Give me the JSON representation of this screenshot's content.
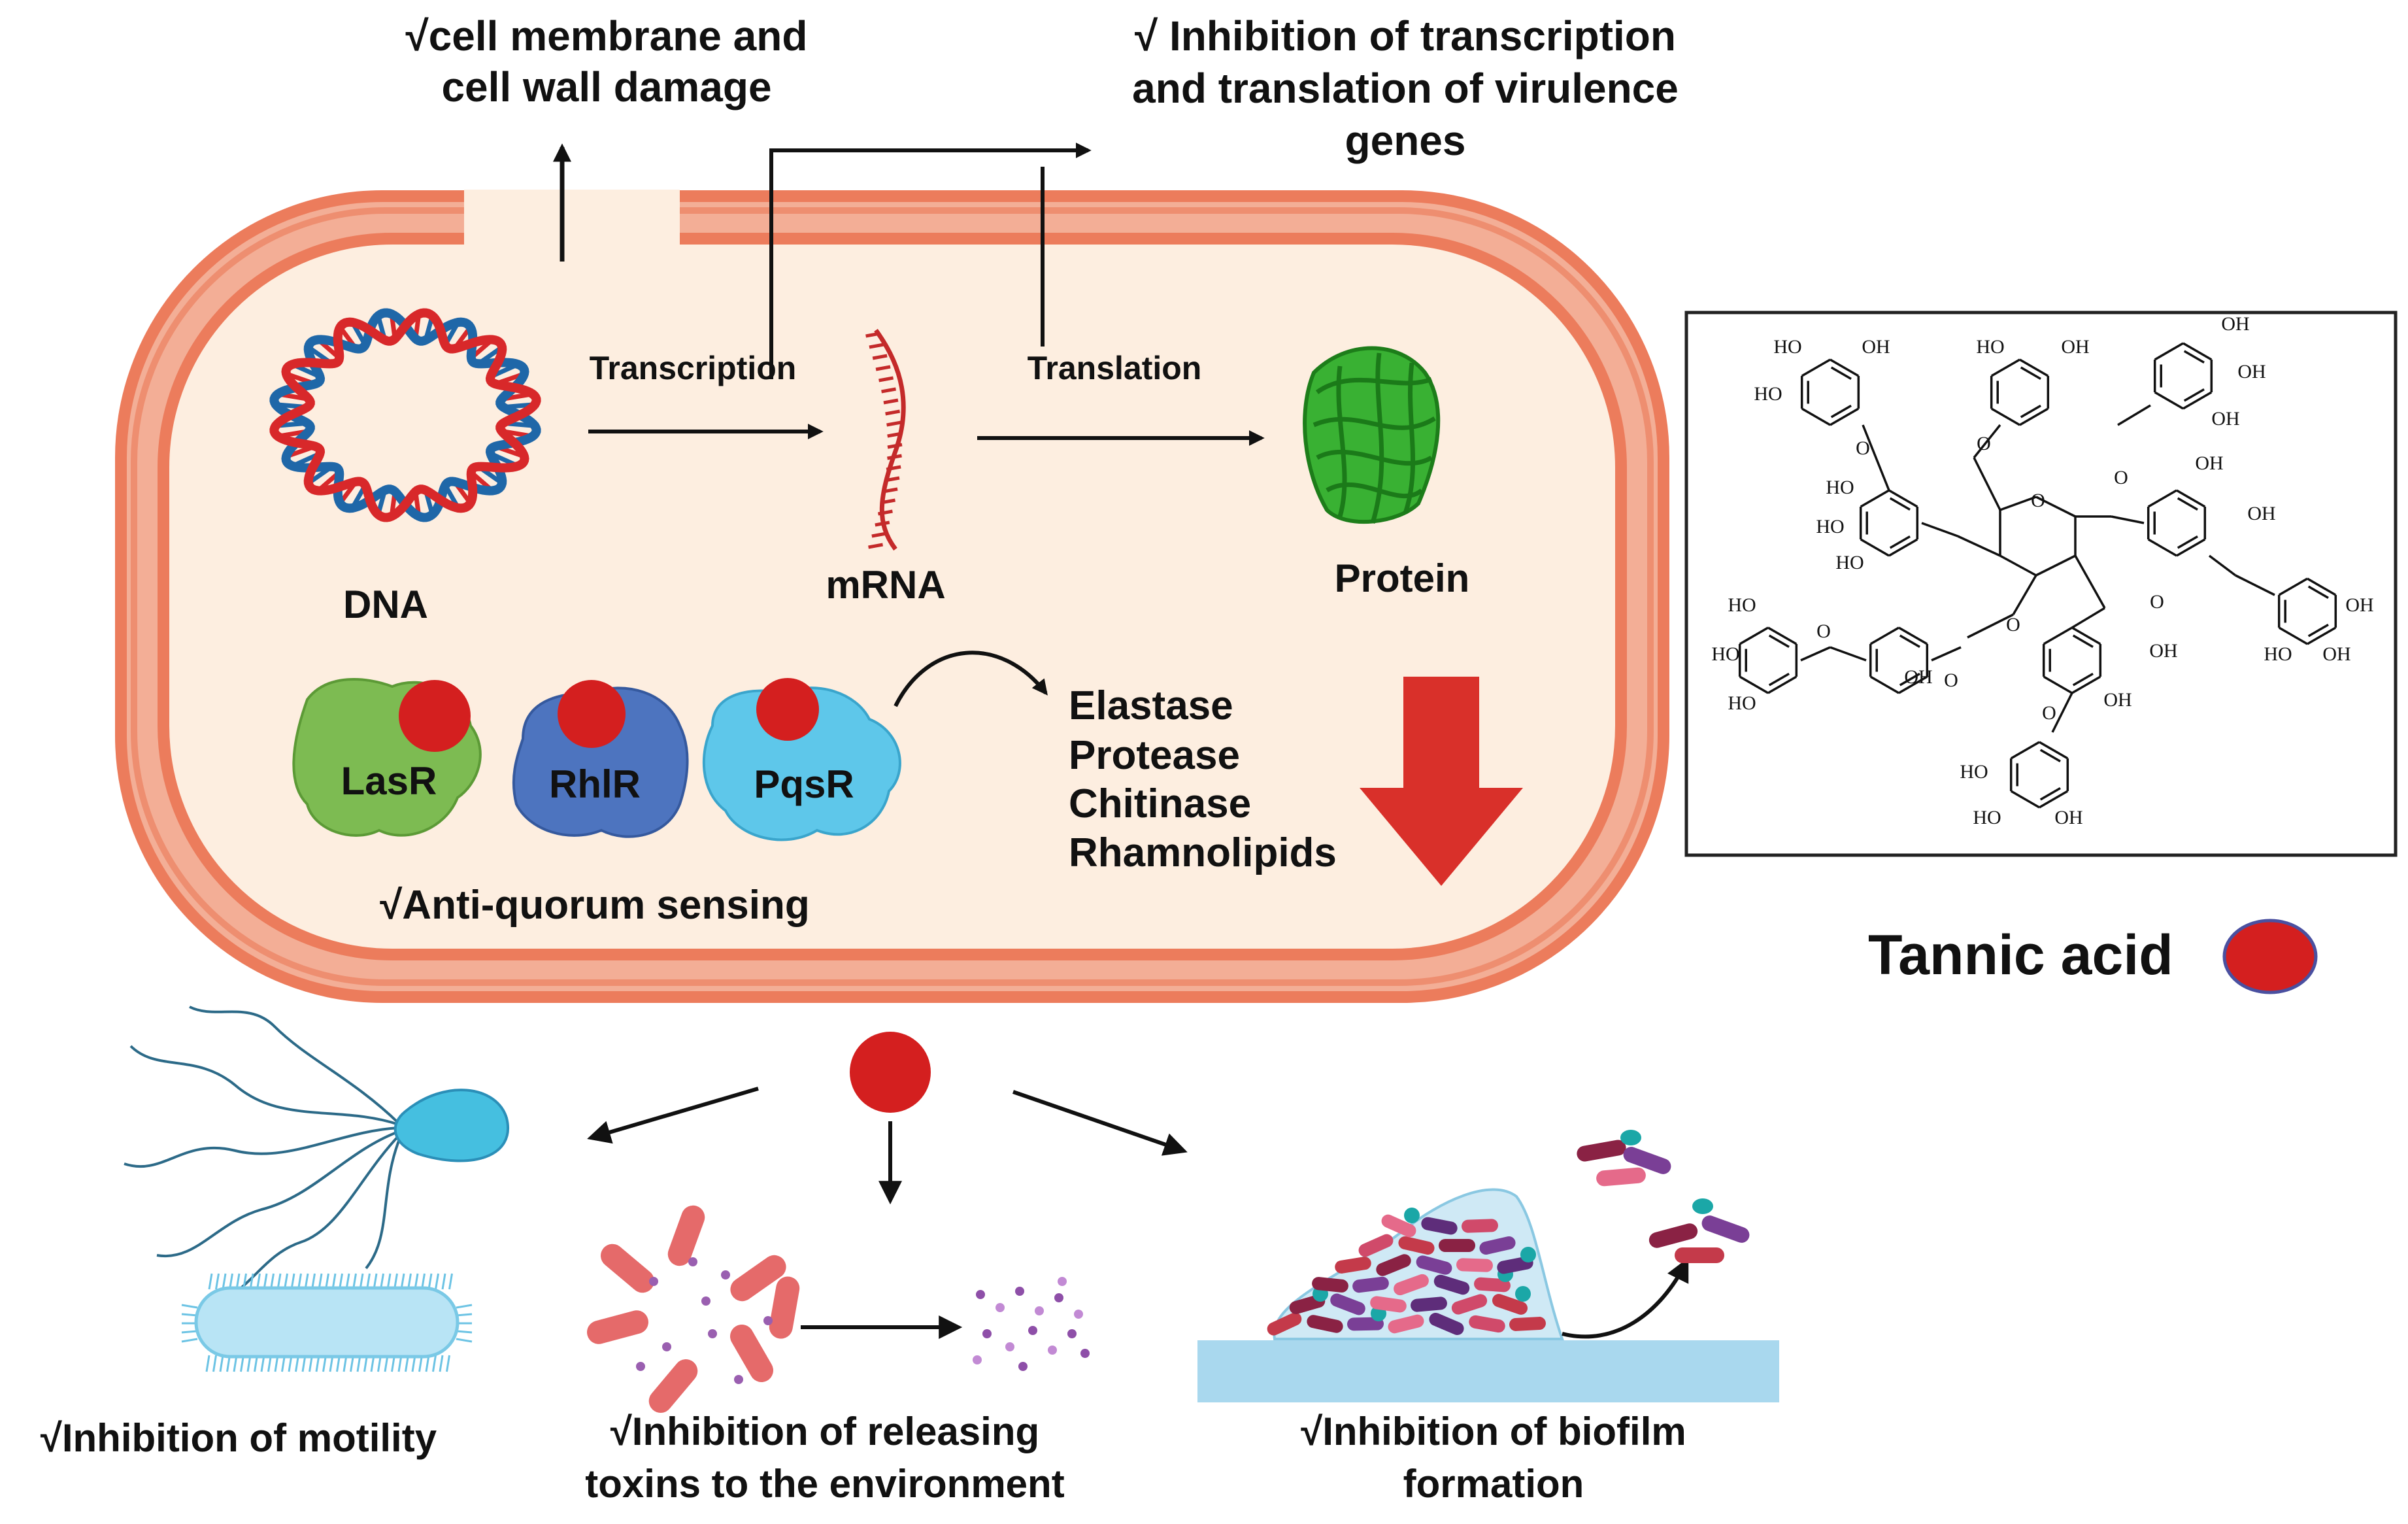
{
  "effects": {
    "membrane_line1": "√cell membrane and",
    "membrane_line2": "cell wall damage",
    "transcription_line1": "√ Inhibition of transcription",
    "transcription_line2": "and translation of virulence",
    "transcription_line3": "genes",
    "quorum": "√Anti-quorum sensing",
    "motility": "√Inhibition of motility",
    "toxins_line1": "√Inhibition of releasing",
    "toxins_line2": "toxins to the environment",
    "biofilm_line1": "√Inhibition of  biofilm",
    "biofilm_line2": "formation"
  },
  "cell": {
    "dna": "DNA",
    "transcription": "Transcription",
    "mrna": "mRNA",
    "translation": "Translation",
    "protein": "Protein"
  },
  "receptors": [
    "LasR",
    "RhlR",
    "PqsR"
  ],
  "virulence_factors": [
    "Elastase",
    "Protease",
    "Chitinase",
    "Rhamnolipids"
  ],
  "legend": {
    "label": "Tannic acid",
    "color": "#d41f1f"
  },
  "structure": {
    "ho": "HO",
    "oh": "OH",
    "o": "O"
  },
  "colors": {
    "membrane": "#f08466",
    "cytoplasm": "#fdeee0",
    "arrow_down": "#d9302a",
    "protein": "#2aa028",
    "dna_blue": "#1f67a8",
    "dna_red": "#d8282a",
    "lasr": "#7dbb52",
    "rhlr": "#4d74bf",
    "pqsr": "#5ec7ea"
  }
}
